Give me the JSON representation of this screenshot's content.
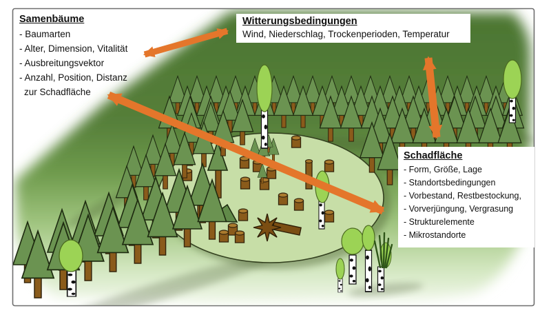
{
  "diagram": {
    "boxes": {
      "samenbaeume": {
        "title": "Samenbäume",
        "items": [
          "- Baumarten",
          "- Alter, Dimension, Vitalität",
          "- Ausbreitungsvektor",
          "- Anzahl, Position, Distanz",
          "zur Schadfläche"
        ]
      },
      "witterung": {
        "title": "Witterungsbedingungen",
        "body": "Wind, Niederschlag, Trockenperioden, Temperatur"
      },
      "schadflaeche": {
        "title": "Schadfläche",
        "items": [
          "- Form, Größe, Lage",
          "- Standortsbedingungen",
          "- Vorbestand, Restbestockung,",
          "- Vorverjüngung, Vergrasung",
          "- Strukturelemente",
          "- Mikrostandorte"
        ]
      }
    },
    "arrows": [
      {
        "name": "samenbaeume-witterung",
        "type": "double-headed"
      },
      {
        "name": "samenbaeume-schadflaeche",
        "type": "double-headed"
      },
      {
        "name": "witterung-schadflaeche",
        "type": "double-headed"
      }
    ],
    "scene": {
      "description": "stylized forest hillside with a damaged clearing, seed trees, stumps, deadwood, saplings and birches"
    },
    "colors": {
      "arrow_orange": "#E4762B",
      "conifer_crown": "#6B9351",
      "trunk_brown": "#8A5B1B",
      "clearing_green": "#C7DEA7",
      "hill_dark": "#4C7632",
      "hill_light": "#CBE2B0",
      "birch_crown": "#9CD355",
      "frame_border": "#6E6E6E"
    }
  }
}
